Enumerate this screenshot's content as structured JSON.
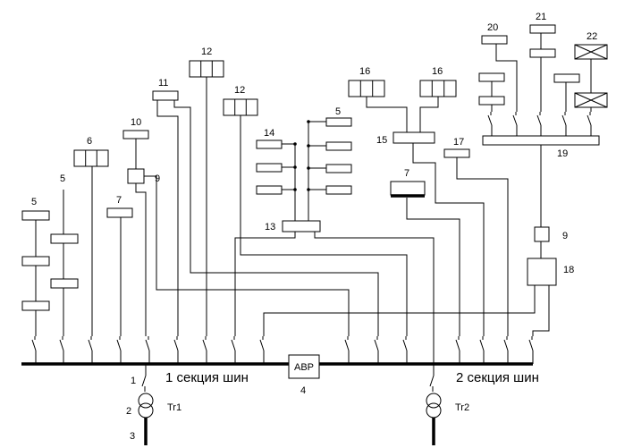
{
  "labels": {
    "l1": "1",
    "l2": "2",
    "l3": "3",
    "l4": "4",
    "l5a": "5",
    "l5b": "5",
    "l5c": "5",
    "l6": "6",
    "l7a": "7",
    "l7b": "7",
    "l9a": "9",
    "l9b": "9",
    "l10": "10",
    "l11": "11",
    "l12a": "12",
    "l12b": "12",
    "l13": "13",
    "l14": "14",
    "l15": "15",
    "l16a": "16",
    "l16b": "16",
    "l17": "17",
    "l18": "18",
    "l19": "19",
    "l20": "20",
    "l21": "21",
    "l22": "22"
  },
  "bus": {
    "section1": "1 секция шин",
    "section2": "2 секция шин",
    "avr": "АВР"
  },
  "transformers": {
    "tr1": "Tr1",
    "tr2": "Tr2"
  }
}
